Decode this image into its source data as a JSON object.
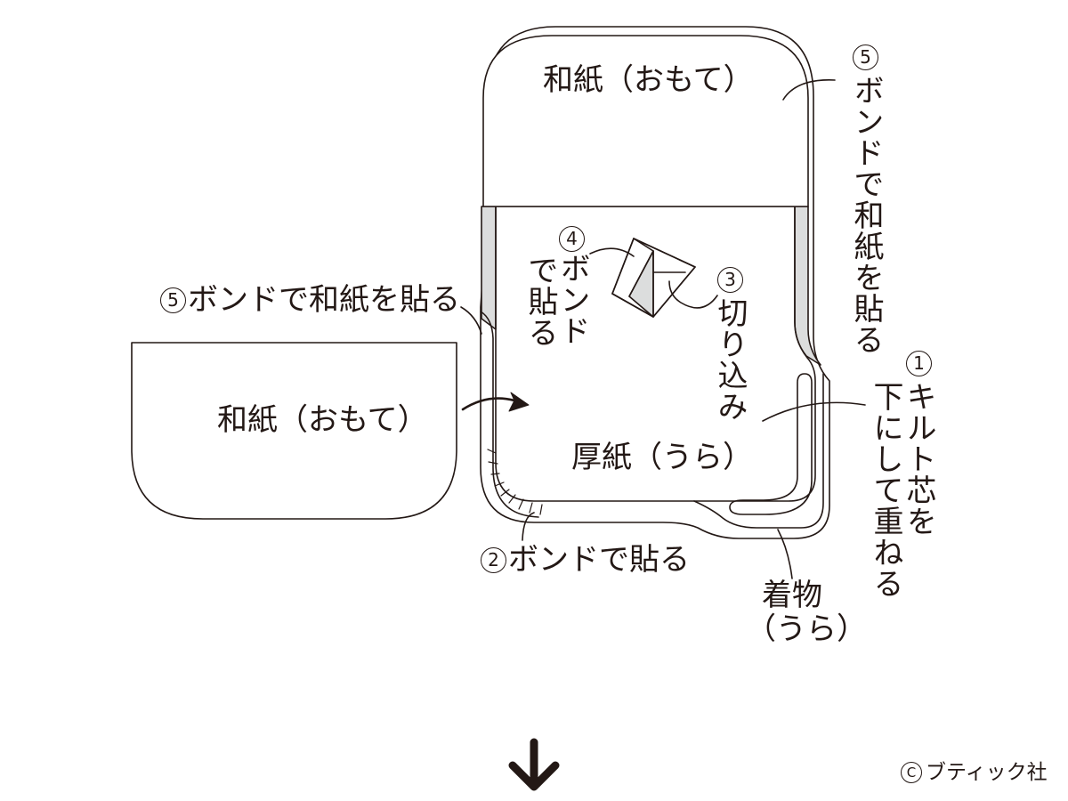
{
  "labels": {
    "top_washi": "和紙（おもて）",
    "left_washi": "和紙（おもて）",
    "cardboard": "厚紙（うら）",
    "kimono_line1": "着物",
    "kimono_line2": "（うら）",
    "bond_paste_bottom": "ボンドで貼る",
    "bond_washi_left": "ボンドで和紙を貼る",
    "bond_washi_right": "ボンドで和紙を貼る",
    "quilt_col1": "キルト芯を",
    "quilt_col2": "下にして重ねる",
    "cut_in": "切り込み",
    "bond_paste_col1": "ボンド",
    "bond_paste_col2": "で貼る",
    "copyright": "ブティック社",
    "copyright_mark": "C"
  },
  "steps": {
    "step1": "1",
    "step2": "2",
    "step3": "3",
    "step4": "4",
    "step5_left": "5",
    "step5_right": "5"
  },
  "colors": {
    "line": "#231815",
    "gray_fill": "#dcdddd",
    "background": "#ffffff"
  },
  "icons": {
    "next_step": "arrow-down-icon",
    "placement": "curved-arrow-icon"
  }
}
